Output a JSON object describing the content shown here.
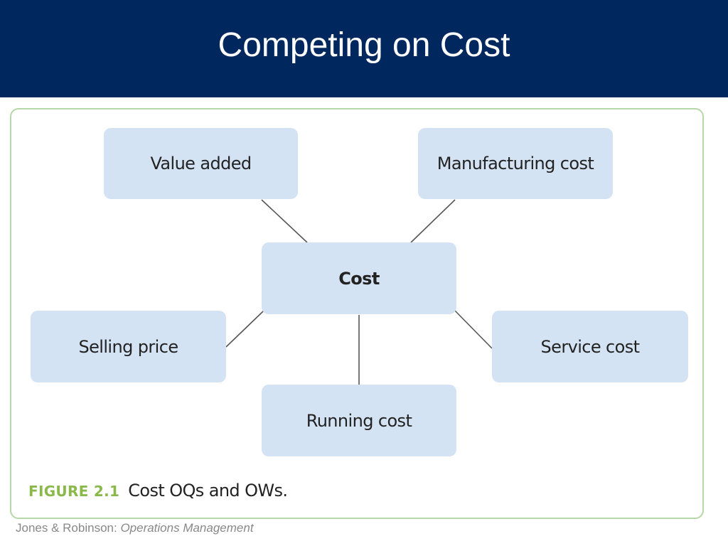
{
  "slide": {
    "title": "Competing on Cost"
  },
  "diagram": {
    "center": "Cost",
    "nodes": {
      "value_added": "Value added",
      "manufacturing_cost": "Manufacturing cost",
      "selling_price": "Selling price",
      "service_cost": "Service cost",
      "running_cost": "Running cost"
    }
  },
  "caption": {
    "label": "FIGURE 2.1",
    "text": "Cost OQs and OWs."
  },
  "credit": {
    "authors": "Jones & Robinson:",
    "book": "Operations Management"
  },
  "colors": {
    "header": "#00275e",
    "node_fill": "#d4e3f3",
    "frame_border": "#b6d7a8",
    "caption_label": "#8ab84a"
  }
}
